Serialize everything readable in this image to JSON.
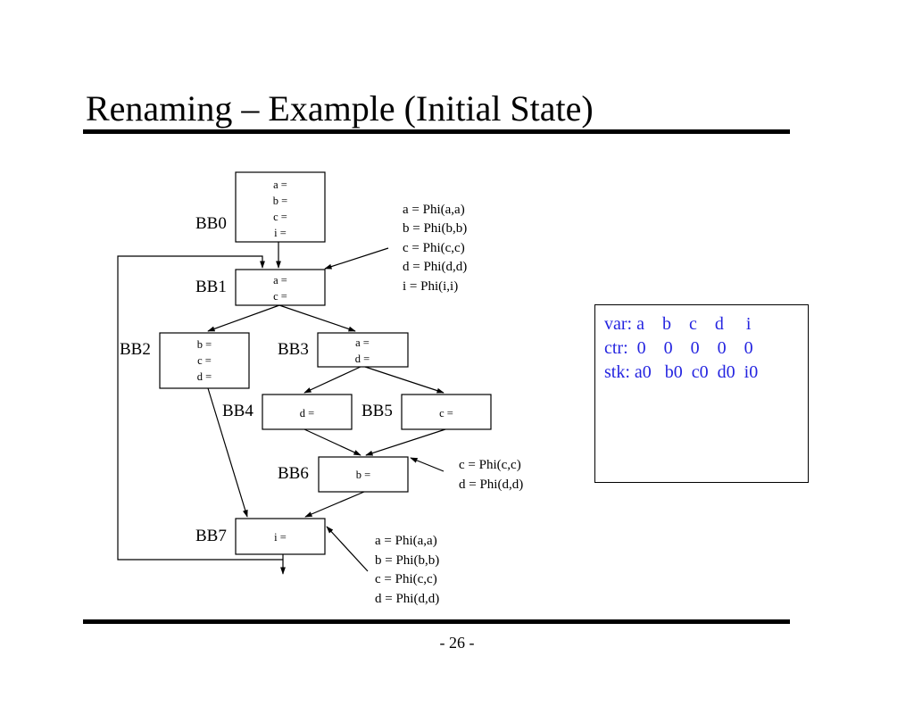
{
  "slide": {
    "title": "Renaming – Example (Initial State)",
    "page_number": "- 26 -"
  },
  "diagram": {
    "blocks": [
      {
        "label": "BB0",
        "statements": [
          "a =",
          "b =",
          "c =",
          "i ="
        ]
      },
      {
        "label": "BB1",
        "statements": [
          "a =",
          "c ="
        ]
      },
      {
        "label": "BB2",
        "statements": [
          "b =",
          "c =",
          "d ="
        ]
      },
      {
        "label": "BB3",
        "statements": [
          "a =",
          "d ="
        ]
      },
      {
        "label": "BB4",
        "statements": [
          "d ="
        ]
      },
      {
        "label": "BB5",
        "statements": [
          "c ="
        ]
      },
      {
        "label": "BB6",
        "statements": [
          "b ="
        ]
      },
      {
        "label": "BB7",
        "statements": [
          "i ="
        ]
      }
    ],
    "edges": [
      [
        "BB0",
        "BB1"
      ],
      [
        "BB1",
        "BB2"
      ],
      [
        "BB1",
        "BB3"
      ],
      [
        "BB3",
        "BB4"
      ],
      [
        "BB3",
        "BB5"
      ],
      [
        "BB4",
        "BB6"
      ],
      [
        "BB5",
        "BB6"
      ],
      [
        "BB2",
        "BB7"
      ],
      [
        "BB6",
        "BB7"
      ],
      [
        "BB7",
        "BB1"
      ],
      [
        "BB7",
        "exit"
      ]
    ],
    "phi_annotations": [
      {
        "block": "BB1",
        "lines": [
          "a = Phi(a,a)",
          "b = Phi(b,b)",
          "c = Phi(c,c)",
          "d = Phi(d,d)",
          "i = Phi(i,i)"
        ]
      },
      {
        "block": "BB6",
        "lines": [
          "c = Phi(c,c)",
          "d = Phi(d,d)"
        ]
      },
      {
        "block": "BB7",
        "lines": [
          "a = Phi(a,a)",
          "b = Phi(b,b)",
          "c = Phi(c,c)",
          "d = Phi(d,d)"
        ]
      }
    ]
  },
  "rename_state": {
    "var_line": "var: a    b    c    d     i",
    "ctr_line": "ctr:  0    0    0    0    0",
    "stk_line": "stk: a0   b0  c0  d0  i0",
    "color": "#2424e0"
  }
}
